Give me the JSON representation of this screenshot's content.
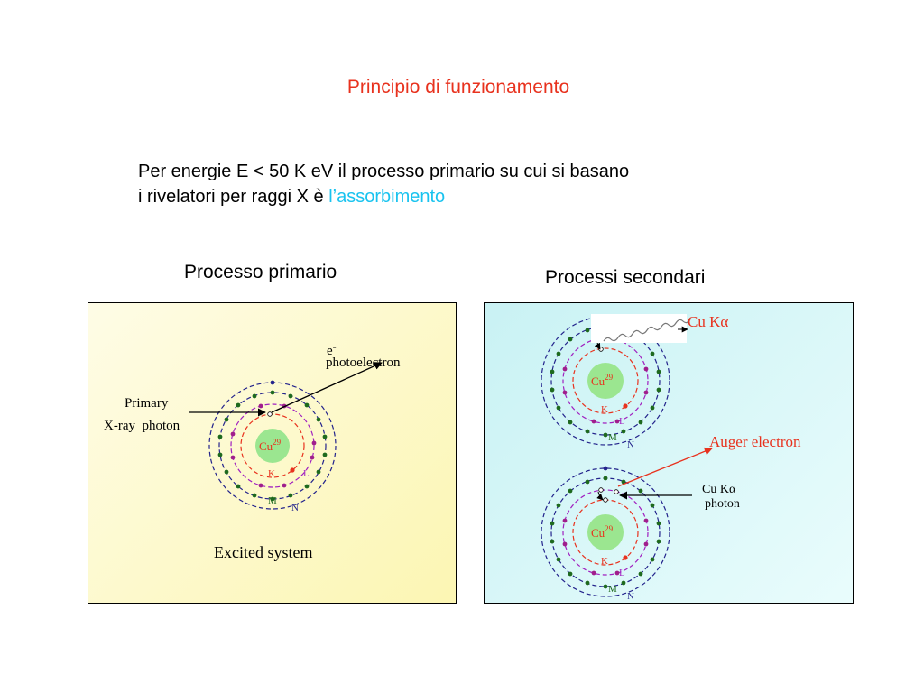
{
  "theme": {
    "title_color": "#e8321e",
    "highlight_color": "#19c3ef",
    "panel_left_bg": "#fdf9c8",
    "panel_right_bg": "#d2f8fa",
    "orbit_K_color": "#e8321e",
    "orbit_L_color": "#a020c0",
    "orbit_MN_color": "#23238c",
    "nucleus_color": "#9be690",
    "electron_inner_color": "#a01e8c",
    "electron_outer_color": "#1e6a1e",
    "label_secondary_color": "#e8321e"
  },
  "slide": {
    "title": "Principio di funzionamento",
    "intro_line1": "Per energie E < 50 K eV il processo primario su cui si basano",
    "intro_line2_prefix": "i rivelatori per raggi X è ",
    "intro_line2_highlight": "l’assorbimento"
  },
  "panels": {
    "primary": {
      "heading": "Processo primario",
      "incoming_label_line1": "Primary",
      "incoming_label_line2": "X-ray  photon",
      "electron_symbol": "e",
      "electron_charge": "-",
      "outgoing_label": "photoelectron",
      "caption": "Excited system"
    },
    "secondary": {
      "heading": "Processi secondari",
      "emission_label": "Cu Kα",
      "auger_label": "Auger electron",
      "photon_label_line1": "Cu Kα",
      "photon_label_line2": "photon"
    }
  },
  "atom": {
    "element": "Cu",
    "atomic_number": "29",
    "shell_labels": [
      "K",
      "L",
      "M",
      "N"
    ]
  }
}
